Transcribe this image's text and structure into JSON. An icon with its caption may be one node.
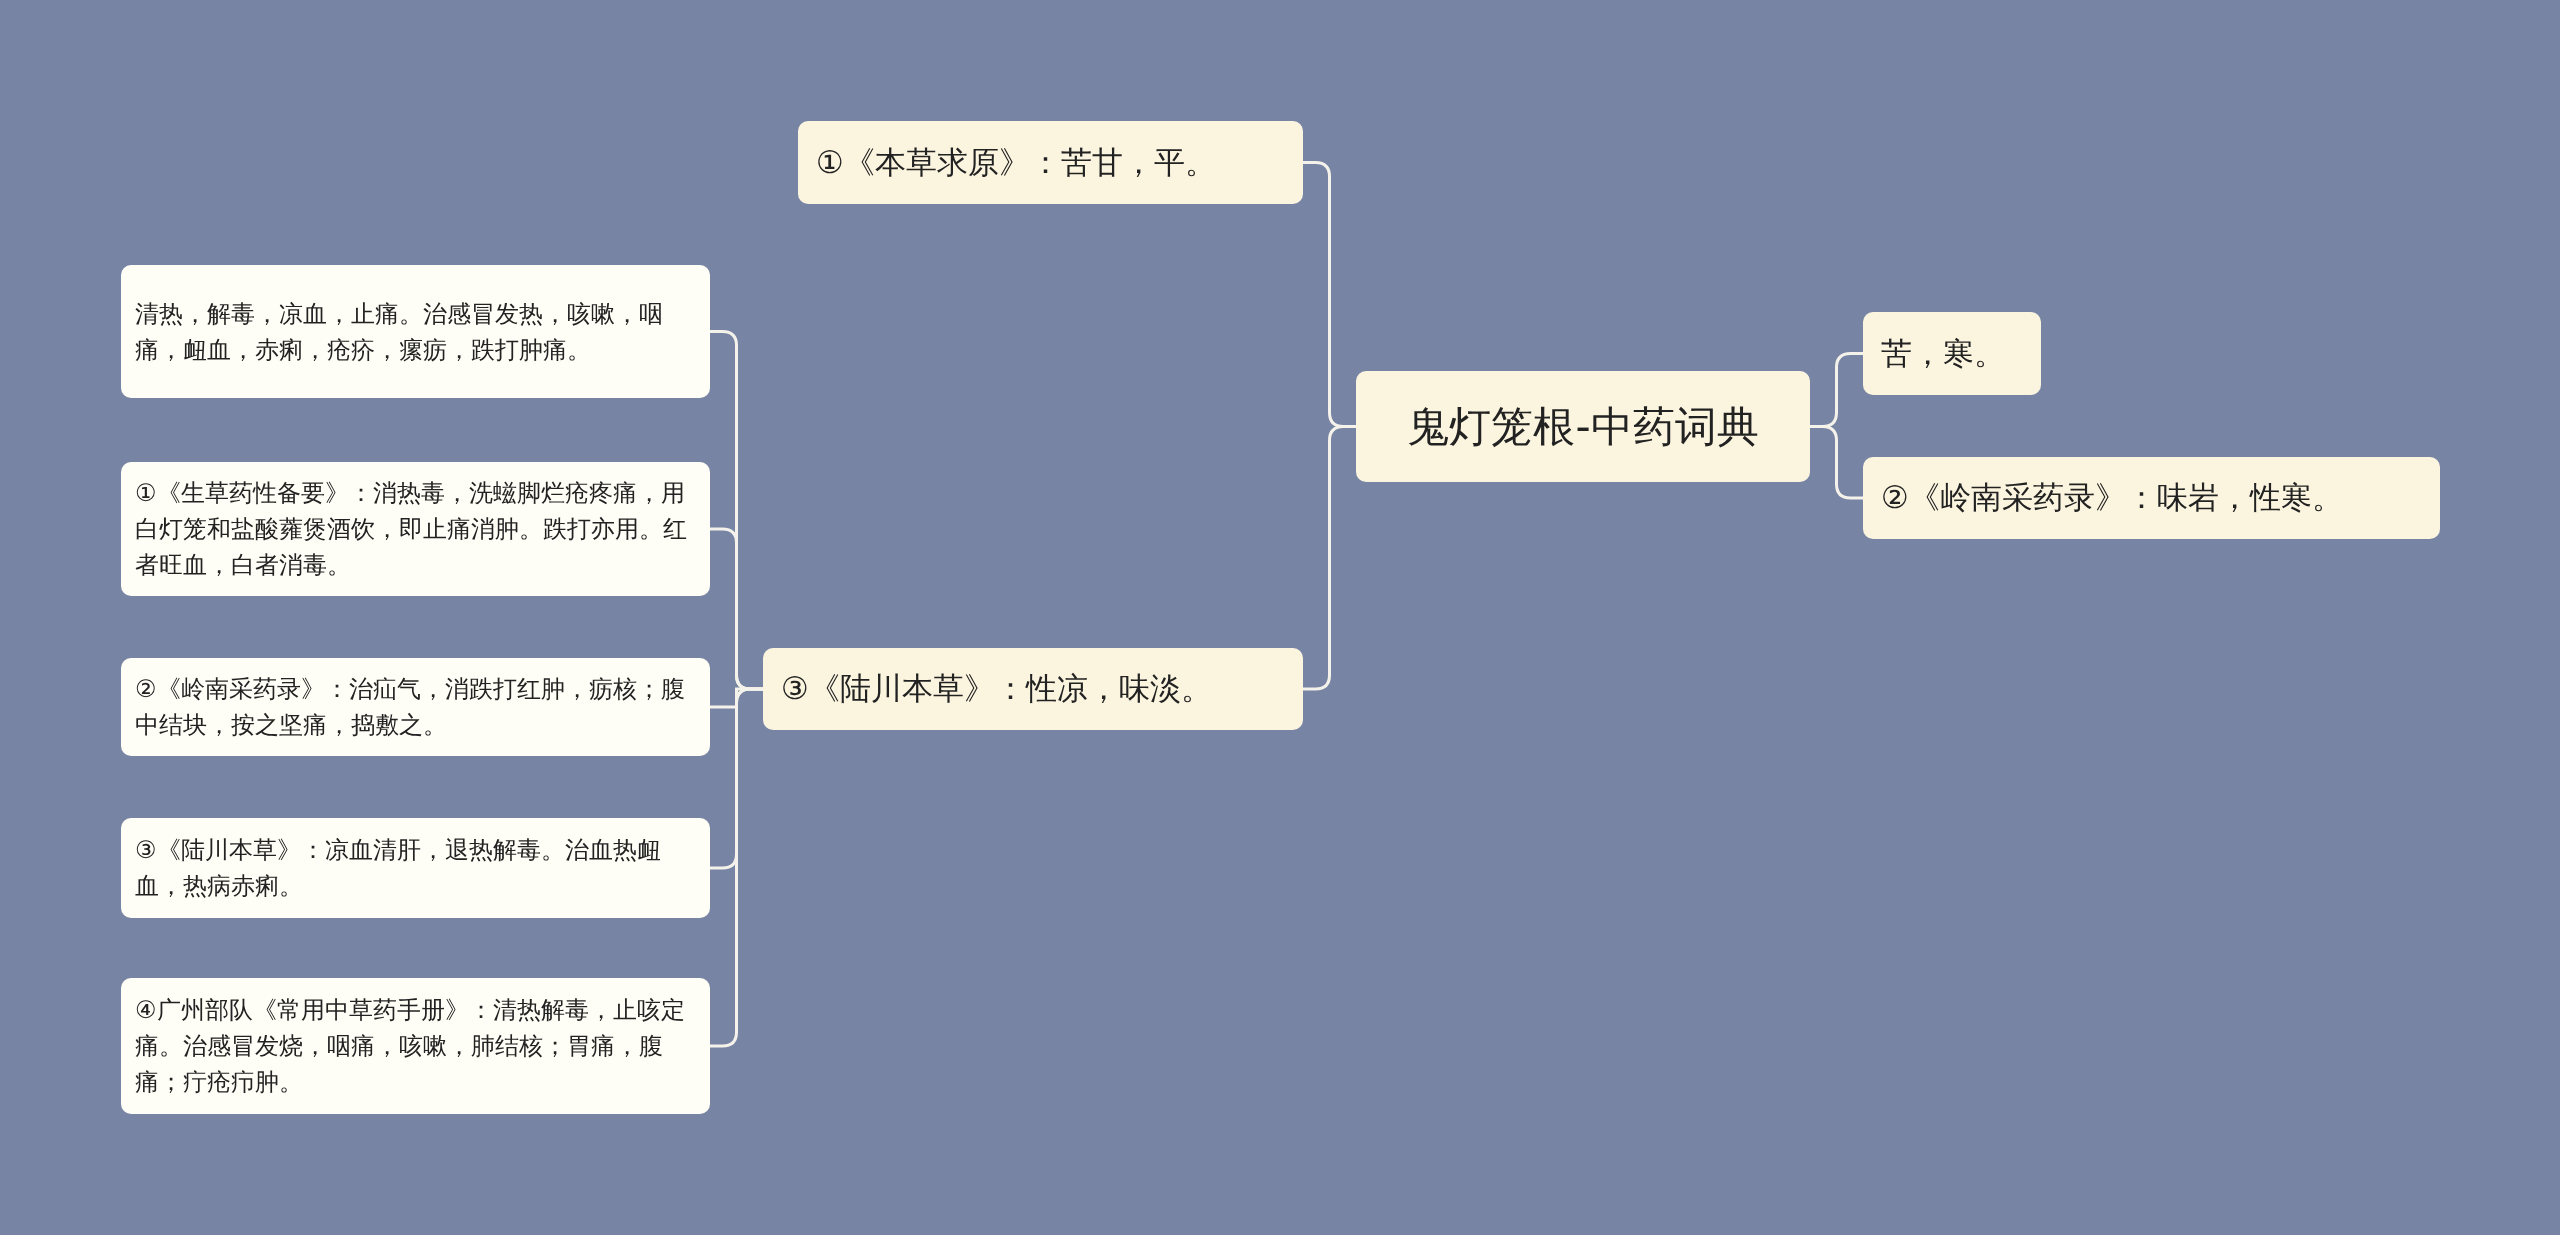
{
  "diagram": {
    "nodes": [
      {
        "text": [
          "鬼灯笼根-中药词典"
        ]
      },
      {
        "text": [
          "①《本草求原》：苦甘，平。"
        ]
      },
      {
        "text": [
          "③《陆川本草》：性凉，味淡。"
        ]
      },
      {
        "text": [
          "苦，寒。"
        ]
      },
      {
        "text": [
          "②《岭南采药录》：味岩，性寒。"
        ]
      },
      {
        "text": [
          "清热，解毒，凉血，止痛。治感冒发热，咳嗽，咽痛，衄血，赤痢，疮疥，瘰疬，跌打肿痛。"
        ]
      },
      {
        "text": [
          "①《生草药性备要》：消热毒，洗螆脚烂疮疼痛，用白灯笼和盐酸蕹煲酒饮，即止痛消肿。跌打亦用。红者旺血，白者消毒。"
        ]
      },
      {
        "text": [
          "②《岭南采药录》：治疝气，消跌打红肿，疬核；腹中结块，按之坚痛，捣敷之。"
        ]
      },
      {
        "text": [
          "③《陆川本草》：凉血清肝，退热解毒。治血热衄血，热病赤痢。"
        ]
      },
      {
        "text": [
          "④广州部队《常用中草药手册》：清热解毒，止咳定痛。治感冒发烧，咽痛，咳嗽，肺结核；胃痛，腹痛；疔疮疖肿。"
        ]
      }
    ],
    "edges": [
      {
        "from": 0,
        "to": 1,
        "arrow": "none"
      },
      {
        "from": 0,
        "to": 2,
        "arrow": "none"
      },
      {
        "from": 0,
        "to": 3,
        "arrow": "none"
      },
      {
        "from": 0,
        "to": 4,
        "arrow": "none"
      },
      {
        "from": 2,
        "to": 5,
        "arrow": "none"
      },
      {
        "from": 2,
        "to": 6,
        "arrow": "none"
      },
      {
        "from": 2,
        "to": 7,
        "arrow": "none"
      },
      {
        "from": 2,
        "to": 8,
        "arrow": "none"
      },
      {
        "from": 2,
        "to": 9,
        "arrow": "none"
      }
    ]
  }
}
